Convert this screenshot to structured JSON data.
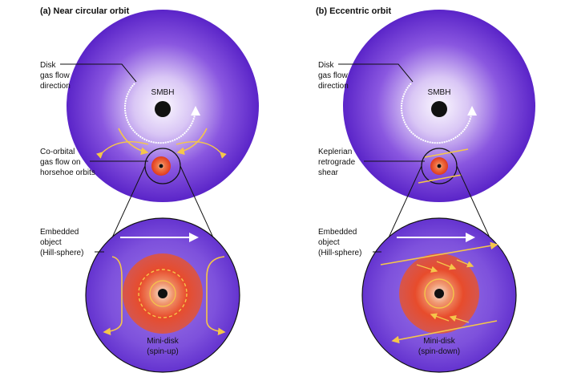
{
  "panels": [
    {
      "title": "(a) Near circular orbit",
      "center_label": "SMBH",
      "callouts": [
        [
          "Disk",
          "gas flow",
          "direction"
        ],
        [
          "Co-orbital",
          "gas flow on",
          "horsehoe orbits"
        ],
        [
          "Embedded",
          "object",
          "(Hill-sphere)"
        ]
      ],
      "mini_disk": [
        "Mini-disk",
        "(spin-up)"
      ]
    },
    {
      "title": "(b) Eccentric orbit",
      "center_label": "SMBH",
      "callouts": [
        [
          "Disk",
          "gas flow",
          "direction"
        ],
        [
          "Keplerian",
          "retrograde",
          "shear"
        ],
        [
          "Embedded",
          "object",
          "(Hill-sphere)"
        ]
      ],
      "mini_disk": [
        "Mini-disk",
        "(spin-down)"
      ]
    }
  ],
  "colors": {
    "disk_outer": "#6a2fd6",
    "disk_inner": "#f2ecfb",
    "smbh": "#111111",
    "flow_arrow": "#f5c64a",
    "minidisk": "#e8452a",
    "shear_arrow": "#ffffff"
  }
}
